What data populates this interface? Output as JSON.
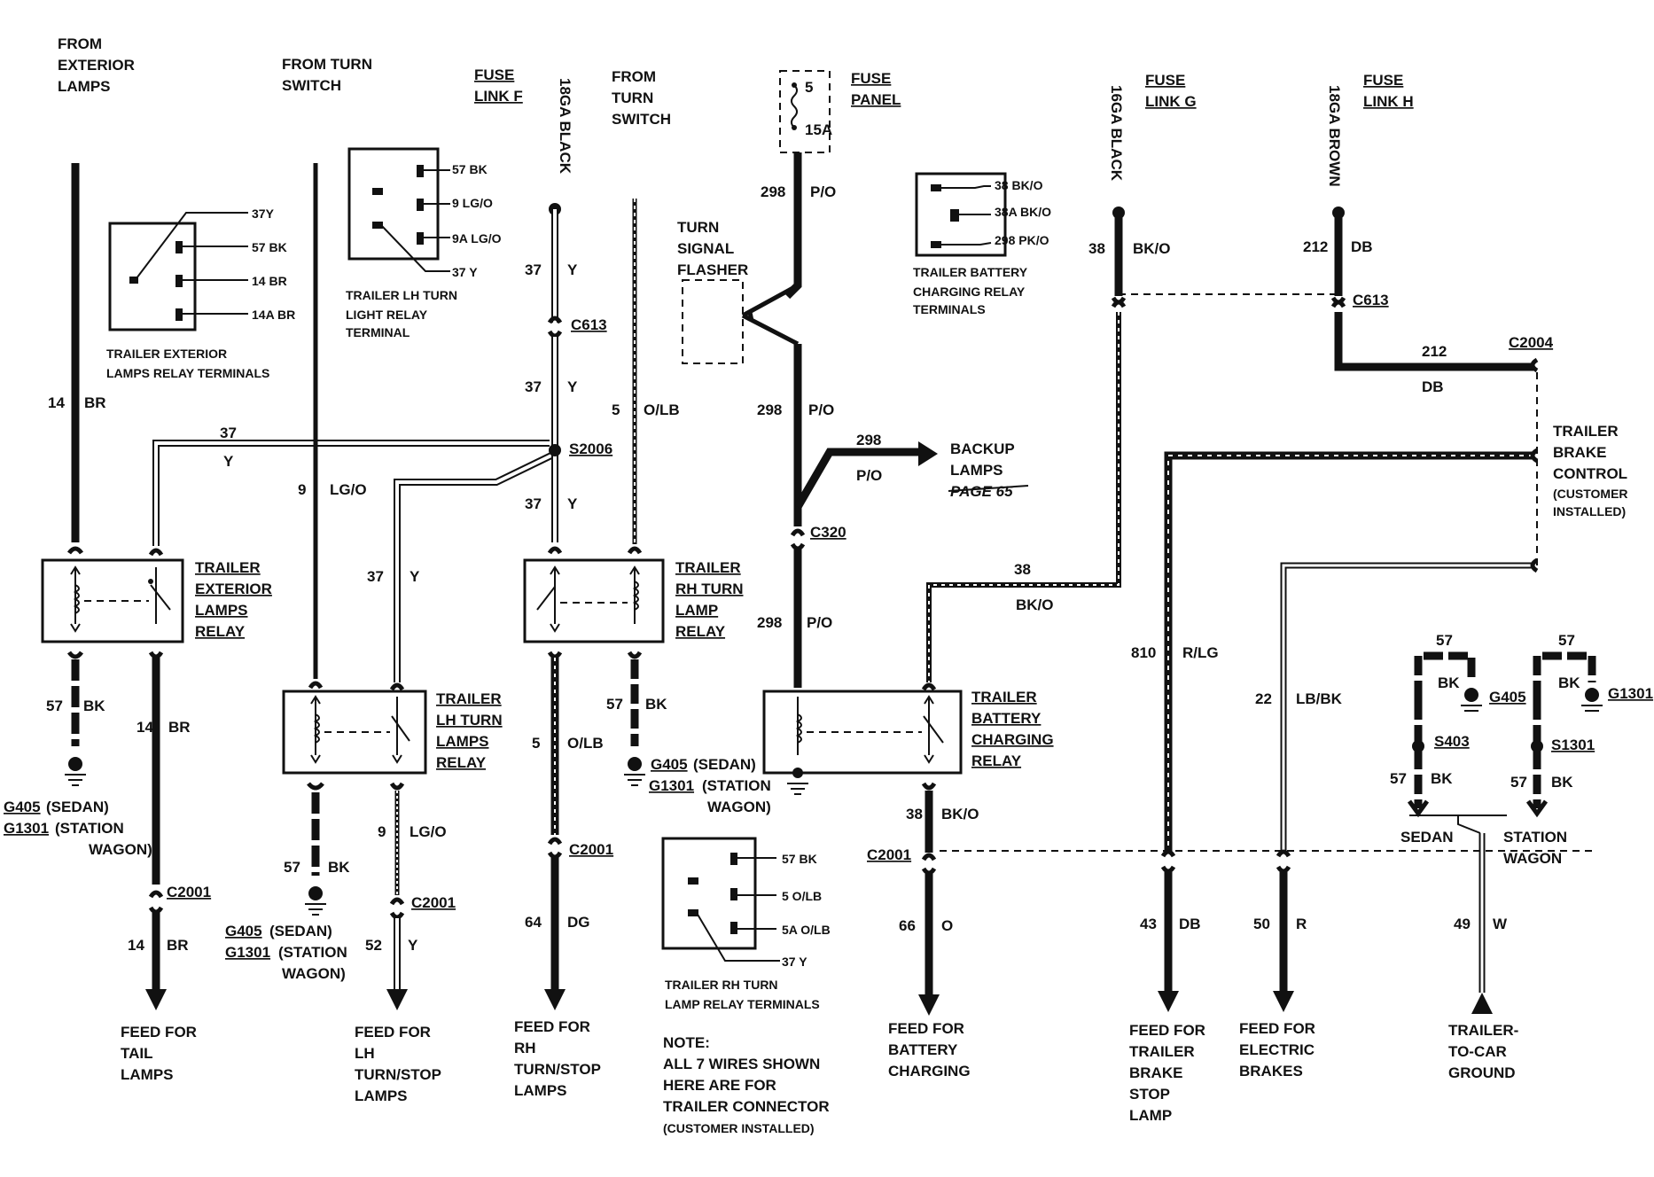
{
  "sources": {
    "exterior": [
      "FROM",
      "EXTERIOR",
      "LAMPS"
    ],
    "turn_switch_1": [
      "FROM TURN",
      "SWITCH"
    ],
    "fuse_link_f": [
      "FUSE",
      "LINK F"
    ],
    "gauge_f": "18GA BLACK",
    "turn_switch_2": [
      "FROM",
      "TURN",
      "SWITCH"
    ],
    "fuse_panel": [
      "FUSE",
      "PANEL"
    ],
    "fuse_num": "5",
    "fuse_amp": "15A",
    "fuse_link_g": [
      "FUSE",
      "LINK G"
    ],
    "gauge_g": "16GA BLACK",
    "fuse_link_h": [
      "FUSE",
      "LINK H"
    ],
    "gauge_h": "18GA BROWN"
  },
  "terminals": {
    "exterior": {
      "pins": [
        "37Y",
        "57 BK",
        "14 BR",
        "14A BR"
      ],
      "caption": [
        "TRAILER EXTERIOR",
        "LAMPS RELAY TERMINALS"
      ]
    },
    "lh_turn": {
      "pins": [
        "57 BK",
        "9 LG/O",
        "9A LG/O",
        "37 Y"
      ],
      "caption": [
        "TRAILER LH TURN",
        "LIGHT RELAY",
        "TERMINAL"
      ]
    },
    "battery": {
      "pins": [
        "38 BK/O",
        "38A BK/O",
        "298 PK/O"
      ],
      "caption": [
        "TRAILER BATTERY",
        "CHARGING RELAY",
        "TERMINALS"
      ]
    },
    "rh_turn": {
      "pins": [
        "57 BK",
        "5 O/LB",
        "5A O/LB",
        "37 Y"
      ],
      "caption": [
        "TRAILER RH TURN",
        "LAMP RELAY TERMINALS"
      ]
    }
  },
  "relays": {
    "exterior": [
      "TRAILER",
      "EXTERIOR",
      "LAMPS",
      "RELAY"
    ],
    "rh_turn": [
      "TRAILER",
      "RH TURN",
      "LAMP",
      "RELAY"
    ],
    "lh_turn": [
      "TRAILER",
      "LH TURN",
      "LAMPS",
      "RELAY"
    ],
    "battery": [
      "TRAILER",
      "BATTERY",
      "CHARGING",
      "RELAY"
    ]
  },
  "flasher": [
    "TURN",
    "SIGNAL",
    "FLASHER"
  ],
  "backup": [
    "BACKUP",
    "LAMPS",
    "PAGE 65"
  ],
  "brake_control": [
    "TRAILER",
    "BRAKE",
    "CONTROL",
    "(CUSTOMER",
    "INSTALLED)"
  ],
  "connectors": {
    "c613": "C613",
    "s2006": "S2006",
    "c320": "C320",
    "c2001": "C2001",
    "c2004": "C2004",
    "s403": "S403",
    "s1301": "S1301",
    "g405": "G405",
    "g1301": "G1301"
  },
  "wires": {
    "w14": "14",
    "br": "BR",
    "w57": "57",
    "bk": "BK",
    "w37": "37",
    "y": "Y",
    "w9": "9",
    "lgo": "LG/O",
    "w5": "5",
    "olb": "O/LB",
    "w298": "298",
    "po": "P/O",
    "w38": "38",
    "bko": "BK/O",
    "w212": "212",
    "db": "DB",
    "w810": "810",
    "rlg": "R/LG",
    "w22": "22",
    "lbbk": "LB/BK",
    "w64": "64",
    "dg": "DG",
    "w52": "52",
    "w66": "66",
    "o": "O",
    "w43": "43",
    "w50": "50",
    "r": "R",
    "w49": "49",
    "w": "W"
  },
  "grounds": {
    "g_sedan": "(SEDAN)",
    "g_sw1": "(STATION",
    "g_sw2": "WAGON)",
    "sedan": "SEDAN",
    "station": "STATION",
    "wagon": "WAGON"
  },
  "feeds": {
    "tail": [
      "FEED FOR",
      "TAIL",
      "LAMPS"
    ],
    "lh": [
      "FEED FOR",
      "LH",
      "TURN/STOP",
      "LAMPS"
    ],
    "rh": [
      "FEED FOR",
      "RH",
      "TURN/STOP",
      "LAMPS"
    ],
    "battery": [
      "FEED FOR",
      "BATTERY",
      "CHARGING"
    ],
    "brake_stop": [
      "FEED FOR",
      "TRAILER",
      "BRAKE",
      "STOP",
      "LAMP"
    ],
    "electric": [
      "FEED FOR",
      "ELECTRIC",
      "BRAKES"
    ],
    "ground": [
      "TRAILER-",
      "TO-CAR",
      "GROUND"
    ]
  },
  "note": [
    "NOTE:",
    "ALL 7 WIRES SHOWN",
    "HERE ARE FOR",
    "TRAILER CONNECTOR",
    "(CUSTOMER INSTALLED)"
  ]
}
